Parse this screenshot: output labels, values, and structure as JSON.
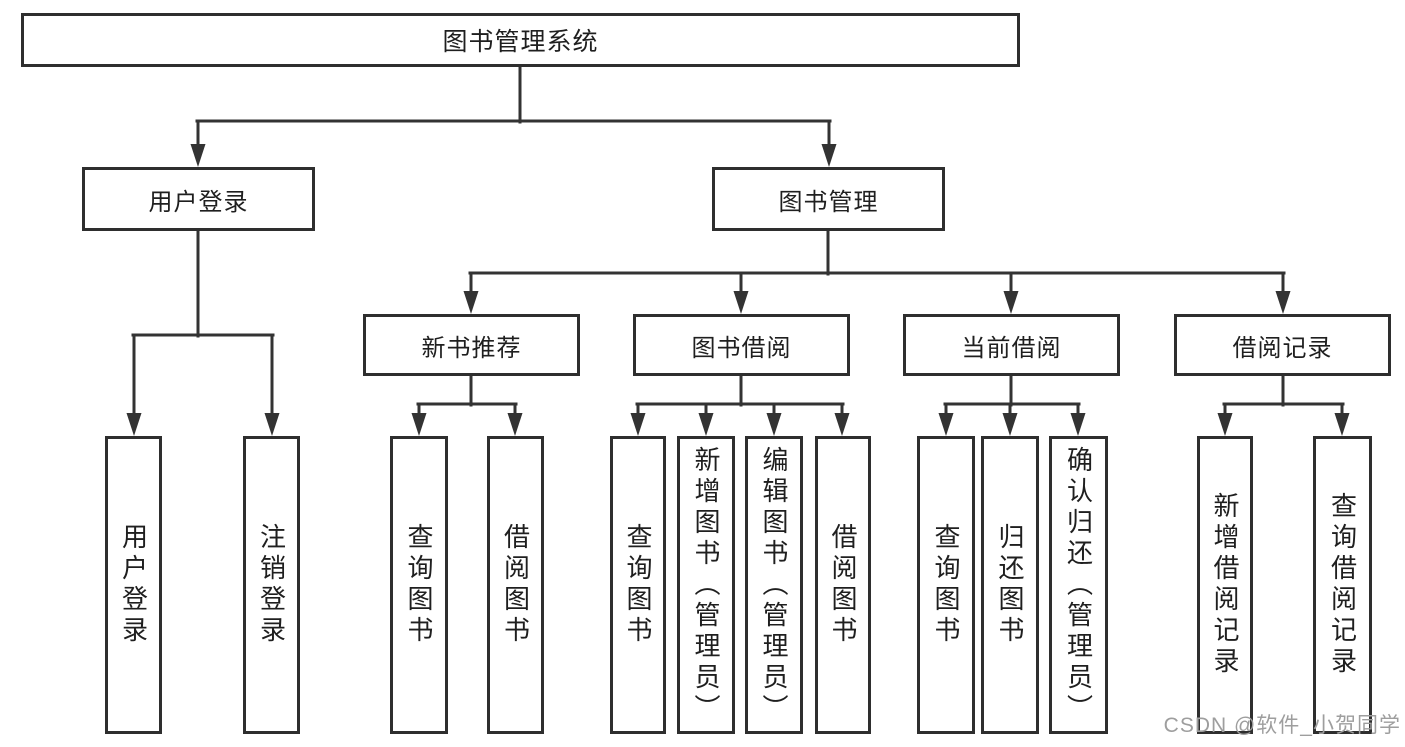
{
  "tree": {
    "root": {
      "label": "图书管理系统"
    },
    "level2": [
      {
        "label": "用户登录"
      },
      {
        "label": "图书管理"
      }
    ],
    "level3": [
      {
        "label": "新书推荐",
        "parent": "图书管理"
      },
      {
        "label": "图书借阅",
        "parent": "图书管理"
      },
      {
        "label": "当前借阅",
        "parent": "图书管理"
      },
      {
        "label": "借阅记录",
        "parent": "图书管理"
      }
    ],
    "leaves": [
      {
        "label": "用户登录",
        "parent": "用户登录"
      },
      {
        "label": "注销登录",
        "parent": "用户登录"
      },
      {
        "label": "查询图书",
        "parent": "新书推荐"
      },
      {
        "label": "借阅图书",
        "parent": "新书推荐"
      },
      {
        "label": "查询图书",
        "parent": "图书借阅"
      },
      {
        "label": "新增图书（管理员）",
        "parent": "图书借阅"
      },
      {
        "label": "编辑图书（管理员）",
        "parent": "图书借阅"
      },
      {
        "label": "借阅图书",
        "parent": "图书借阅"
      },
      {
        "label": "查询图书",
        "parent": "当前借阅"
      },
      {
        "label": "归还图书",
        "parent": "当前借阅"
      },
      {
        "label": "确认归还（管理员）",
        "parent": "当前借阅"
      },
      {
        "label": "新增借阅记录",
        "parent": "借阅记录"
      },
      {
        "label": "查询借阅记录",
        "parent": "借阅记录"
      }
    ]
  },
  "watermark": {
    "text": "CSDN @软件_小贺同学",
    "color": "#9e9e9e"
  },
  "colors": {
    "line": "#333333",
    "box_border": "#2e2e2e",
    "text": "#1f1f1f",
    "background": "#ffffff"
  }
}
